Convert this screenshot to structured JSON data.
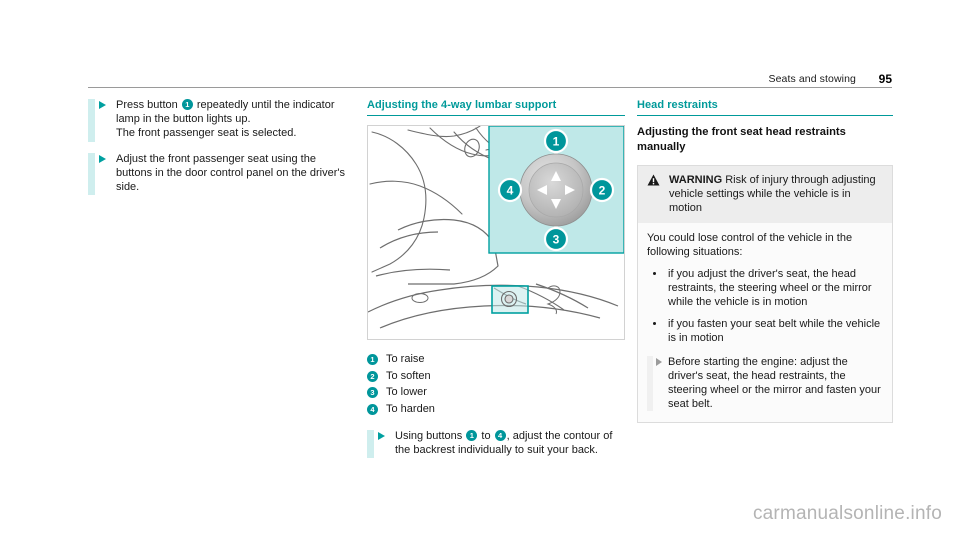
{
  "header": {
    "section_title": "Seats and stowing",
    "page_number": "95"
  },
  "left_column": {
    "steps": [
      {
        "text_before": "Press button",
        "badge": "1",
        "text_after": "repeatedly until the indicator lamp in the button lights up.",
        "extra_line": "The front passenger seat is selected."
      },
      {
        "text_before": "",
        "badge": "",
        "text_after": "Adjust the front passenger seat using the buttons in the door control panel on the driver's side.",
        "extra_line": ""
      }
    ]
  },
  "middle_column": {
    "heading": "Adjusting the 4-way lumbar support",
    "figure": {
      "alt": "seat-lumbar-control-illustration",
      "callout_labels": [
        "1",
        "2",
        "3",
        "4"
      ]
    },
    "legend": [
      {
        "num": "1",
        "label": "To raise"
      },
      {
        "num": "2",
        "label": "To soften"
      },
      {
        "num": "3",
        "label": "To lower"
      },
      {
        "num": "4",
        "label": "To harden"
      }
    ],
    "step": {
      "text_before": "Using buttons",
      "badge_from": "1",
      "text_middle": "to",
      "badge_to": "4",
      "text_after": ", adjust the contour of the backrest individually to suit your back."
    }
  },
  "right_column": {
    "heading": "Head restraints",
    "sub_heading": "Adjusting the front seat head restraints manually",
    "warning": {
      "label": "WARNING",
      "title": "Risk of injury through adjusting vehicle settings while the vehicle is in motion",
      "intro": "You could lose control of the vehicle in the following situations:",
      "items": [
        "if you adjust the driver's seat, the head restraints, the steering wheel or the mirror while the vehicle is in motion",
        "if you fasten your seat belt while the vehicle is in motion"
      ],
      "step": "Before starting the engine: adjust the driver's seat, the head restraints, the steering wheel or the mirror and fasten your seat belt."
    }
  },
  "watermark": "carmanualsonline.info",
  "colors": {
    "teal": "#009a9a",
    "badge_teal": "#00969b",
    "callout_bg": "#bfe8e8",
    "accent_bar": "#cfeeee"
  }
}
